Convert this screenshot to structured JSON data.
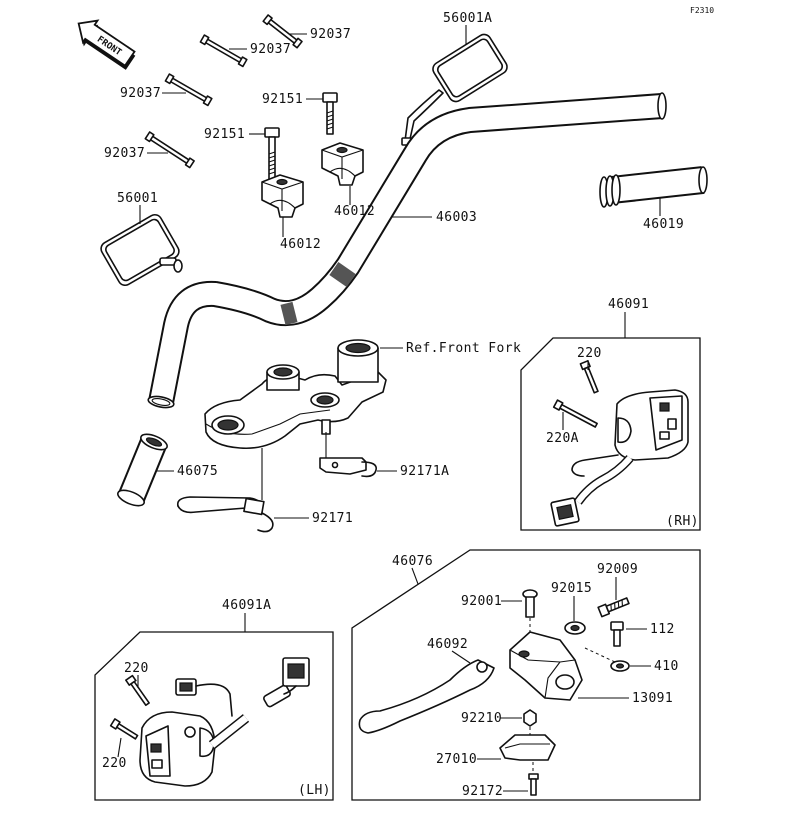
{
  "sheet_code": "F2310",
  "front_label": "FRONT",
  "reference_note": "Ref.Front Fork",
  "side_tags": {
    "rh": "(RH)",
    "lh": "(LH)"
  },
  "callouts": [
    "92037",
    "92037",
    "56001A",
    "92037",
    "92151",
    "92151",
    "92037",
    "56001",
    "46012",
    "46003",
    "46019",
    "46012",
    "46091",
    "220",
    "220A",
    "46075",
    "92171A",
    "92171",
    "46076",
    "92009",
    "92015",
    "92001",
    "46091A",
    "112",
    "46092",
    "220",
    "410",
    "13091",
    "92210",
    "27010",
    "220",
    "92172"
  ]
}
